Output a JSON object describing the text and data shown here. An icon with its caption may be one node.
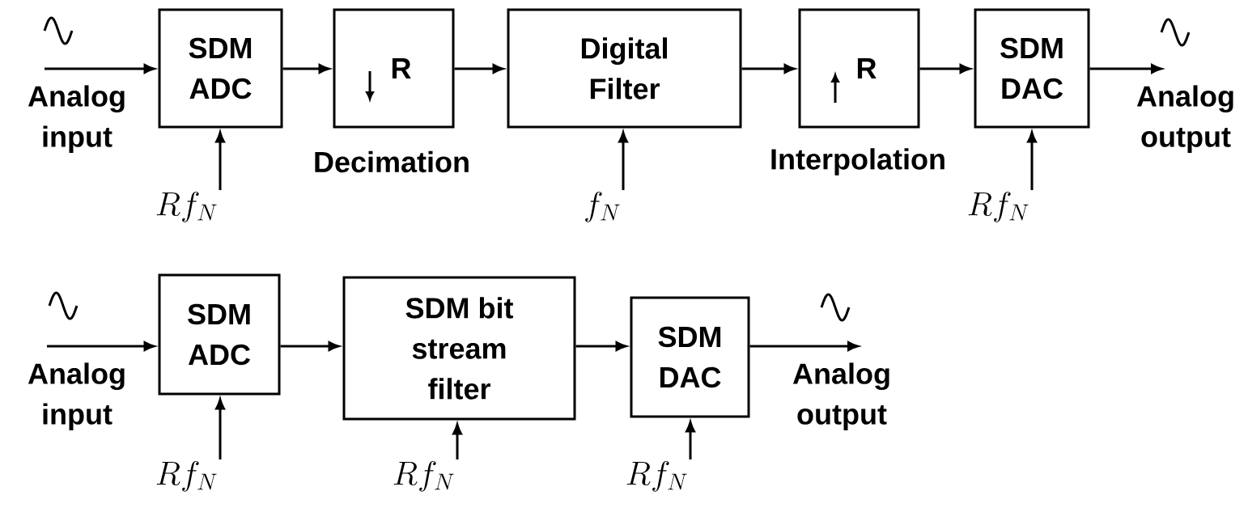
{
  "diagram": {
    "nodes": [
      {
        "text": [
          "Analog input"
        ]
      },
      {
        "text": [
          "SDM ADC"
        ]
      },
      {
        "text": [
          "R"
        ],
        "beside": [
          "Decimation"
        ]
      },
      {
        "text": [
          "Digital Filter"
        ]
      },
      {
        "text": [
          "R"
        ],
        "beside": [
          "Interpolation"
        ]
      },
      {
        "text": [
          "SDM DAC"
        ]
      },
      {
        "text": [
          "Analog output"
        ]
      },
      {
        "text": [
          "Rf_N"
        ]
      },
      {
        "text": [
          "f_N"
        ]
      },
      {
        "text": [
          "Rf_N"
        ]
      },
      {
        "text": [
          "Analog input"
        ]
      },
      {
        "text": [
          "SDM ADC"
        ]
      },
      {
        "text": [
          "SDM bit stream filter"
        ]
      },
      {
        "text": [
          "SDM DAC"
        ]
      },
      {
        "text": [
          "Analog output"
        ]
      },
      {
        "text": [
          "Rf_N"
        ]
      },
      {
        "text": [
          "Rf_N"
        ]
      },
      {
        "text": [
          "Rf_N"
        ]
      }
    ],
    "edges": [
      {
        "from": 0,
        "to": 1,
        "arrow": "to"
      },
      {
        "from": 1,
        "to": 2,
        "arrow": "to"
      },
      {
        "from": 2,
        "to": 3,
        "arrow": "to"
      },
      {
        "from": 3,
        "to": 4,
        "arrow": "to"
      },
      {
        "from": 4,
        "to": 5,
        "arrow": "to"
      },
      {
        "from": 5,
        "to": 6,
        "arrow": "to"
      },
      {
        "from": 7,
        "to": 1,
        "arrow": "to"
      },
      {
        "from": 8,
        "to": 3,
        "arrow": "to"
      },
      {
        "from": 9,
        "to": 5,
        "arrow": "to"
      },
      {
        "from": 10,
        "to": 11,
        "arrow": "to"
      },
      {
        "from": 11,
        "to": 12,
        "arrow": "to"
      },
      {
        "from": 12,
        "to": 13,
        "arrow": "to"
      },
      {
        "from": 13,
        "to": 14,
        "arrow": "to"
      },
      {
        "from": 15,
        "to": 11,
        "arrow": "to"
      },
      {
        "from": 16,
        "to": 12,
        "arrow": "to"
      },
      {
        "from": 17,
        "to": 13,
        "arrow": "to"
      }
    ]
  }
}
